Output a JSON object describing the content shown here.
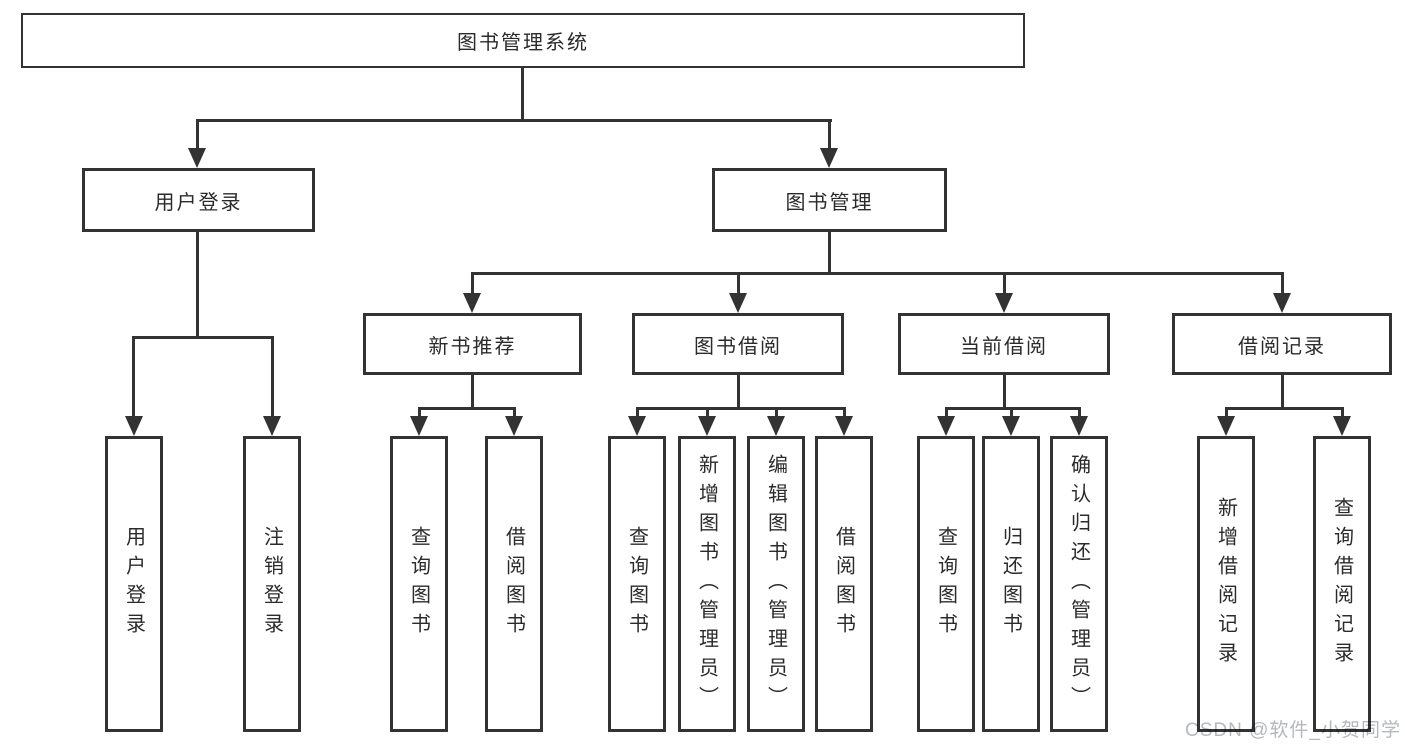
{
  "diagram": {
    "root": {
      "label": "图书管理系统"
    },
    "level2": {
      "user_login": "用户登录",
      "book_management": "图书管理"
    },
    "level3": {
      "new_book_rec": "新书推荐",
      "book_borrow": "图书借阅",
      "current_borrow": "当前借阅",
      "borrow_records": "借阅记录"
    },
    "leaves": {
      "user_login": "用户登录",
      "logout": "注销登录",
      "query_books_1": "查询图书",
      "borrow_books_1": "借阅图书",
      "query_books_2": "查询图书",
      "add_book_admin": "新增图书（管理员）",
      "edit_book_admin": "编辑图书（管理员）",
      "borrow_books_2": "借阅图书",
      "query_books_3": "查询图书",
      "return_books": "归还图书",
      "confirm_return_admin": "确认归还（管理员）",
      "add_borrow_record": "新增借阅记录",
      "query_borrow_record": "查询借阅记录"
    }
  },
  "watermark": {
    "text": "CSDN @软件_小贺同学"
  },
  "colors": {
    "line": "#333333",
    "text": "#2b2b2b",
    "watermark": "#b3b9bd",
    "background": "#ffffff"
  }
}
